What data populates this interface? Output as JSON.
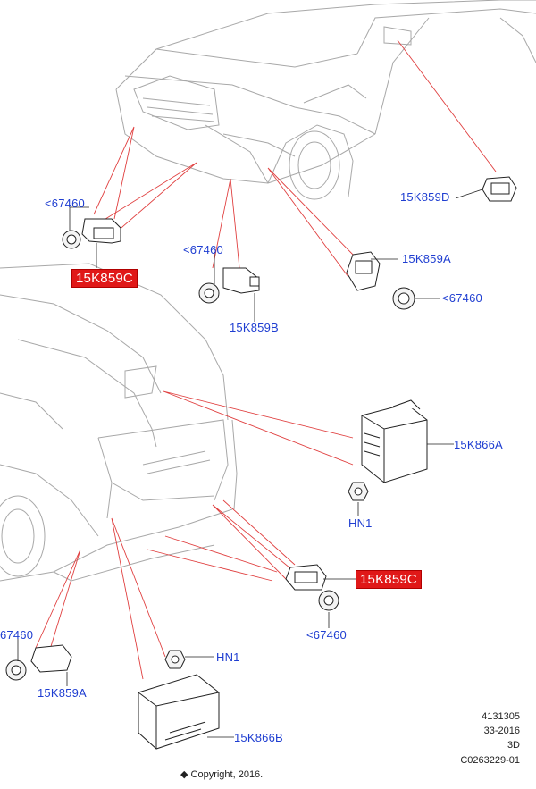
{
  "callouts": {
    "c67460_a": "<67460",
    "c15k859c_top": "15K859C",
    "c67460_b": "<67460",
    "c15k859b": "15K859B",
    "c15k859d": "15K859D",
    "c15k859a_top": "15K859A",
    "c67460_c": "<67460",
    "c15k866a": "15K866A",
    "hn1_top": "HN1",
    "c15k859c_bottom": "15K859C",
    "c67460_d": "<67460",
    "c67460_e": "67460",
    "c15k859a_bottom": "15K859A",
    "hn1_bottom": "HN1",
    "c15k866b": "15K866B"
  },
  "meta": {
    "line1": "4131305",
    "line2": "33-2016",
    "line3": "3D",
    "line4": "C0263229-01"
  },
  "copyright": "◆ Copyright, 2016.",
  "colors": {
    "callout_text": "#1f3ed1",
    "highlight_bg": "#e01818",
    "leader_red": "#e04040",
    "outline": "#9a9a9a",
    "part_line": "#222222"
  }
}
